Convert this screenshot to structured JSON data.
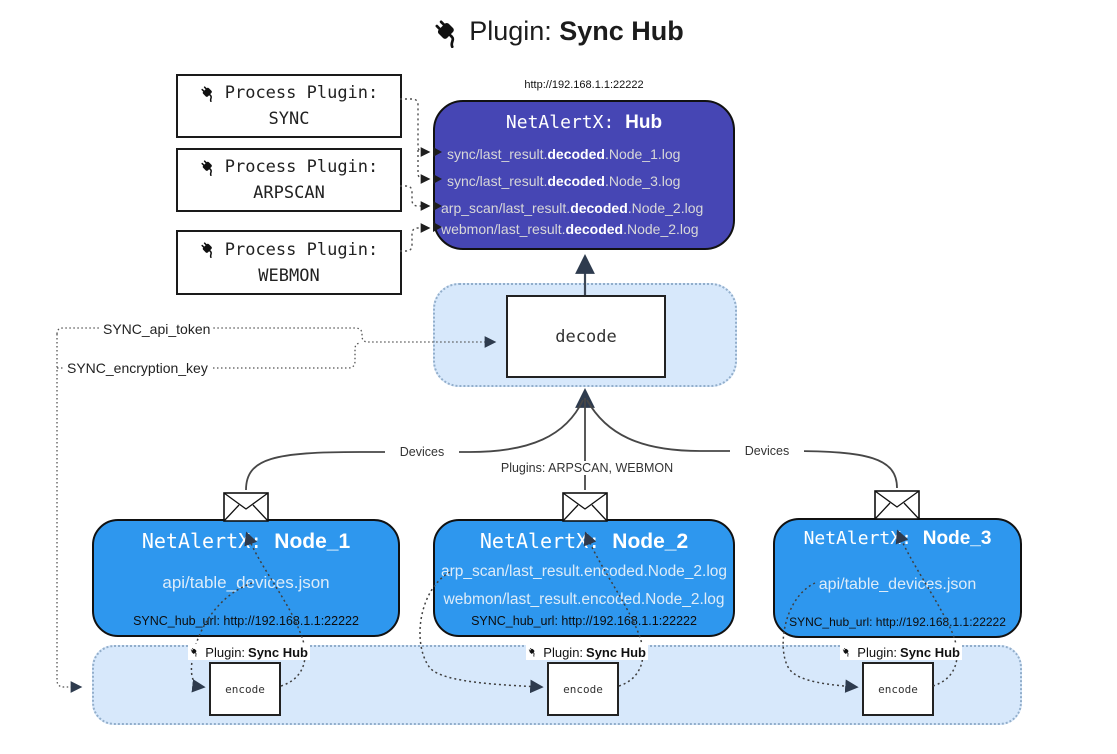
{
  "title": {
    "prefix": "Plugin: ",
    "bold": "Sync Hub"
  },
  "process_plugins": [
    {
      "label": "Process Plugin:",
      "name": "SYNC"
    },
    {
      "label": "Process Plugin:",
      "name": "ARPSCAN"
    },
    {
      "label": "Process Plugin:",
      "name": "WEBMON"
    }
  ],
  "hub": {
    "url": "http://192.168.1.1:22222",
    "title_prefix": "NetAlertX: ",
    "title_bold": "Hub",
    "logs": [
      {
        "pre": "sync/last_result.",
        "bold": "decoded",
        "post": ".Node_1.log"
      },
      {
        "pre": "sync/last_result.",
        "bold": "decoded",
        "post": ".Node_3.log"
      },
      {
        "pre": "arp_scan/last_result.",
        "bold": "decoded",
        "post": ".Node_2.log"
      },
      {
        "pre": "webmon/last_result.",
        "bold": "decoded",
        "post": ".Node_2.log"
      }
    ]
  },
  "decode_box": {
    "label": "decode"
  },
  "secrets": {
    "token": "SYNC_api_token",
    "key": "SYNC_encryption_key"
  },
  "edges": {
    "devices_left": "Devices",
    "devices_right": "Devices",
    "plugins_center": "Plugins: ARPSCAN, WEBMON"
  },
  "nodes": [
    {
      "title_prefix": "NetAlertX: ",
      "title_bold": "Node_1",
      "lines": [
        "api/table_devices.json"
      ],
      "hub_url": "SYNC_hub_url: http://192.168.1.1:22222"
    },
    {
      "title_prefix": "NetAlertX: ",
      "title_bold": "Node_2",
      "lines": [
        "arp_scan/last_result.encoded.Node_2.log",
        "webmon/last_result.encoded.Node_2.log"
      ],
      "hub_url": "SYNC_hub_url: http://192.168.1.1:22222"
    },
    {
      "title_prefix": "NetAlertX: ",
      "title_bold": "Node_3",
      "lines": [
        "api/table_devices.json"
      ],
      "hub_url": "SYNC_hub_url: http://192.168.1.1:22222"
    }
  ],
  "encode_section": {
    "plugin_label_prefix": "Plugin: ",
    "plugin_label_bold": "Sync Hub",
    "encode_label": "encode"
  },
  "icons": {
    "plug": "plug-icon",
    "envelope": "envelope-icon"
  },
  "colors": {
    "hub_fill": "#4646b4",
    "node_fill": "#2e97ee",
    "panel_fill": "#d7e8fb",
    "panel_border": "#92aecb",
    "arrow_dark": "#3d4857",
    "hub_text": "#d8d8d8",
    "node_text": "#ddecf9"
  }
}
